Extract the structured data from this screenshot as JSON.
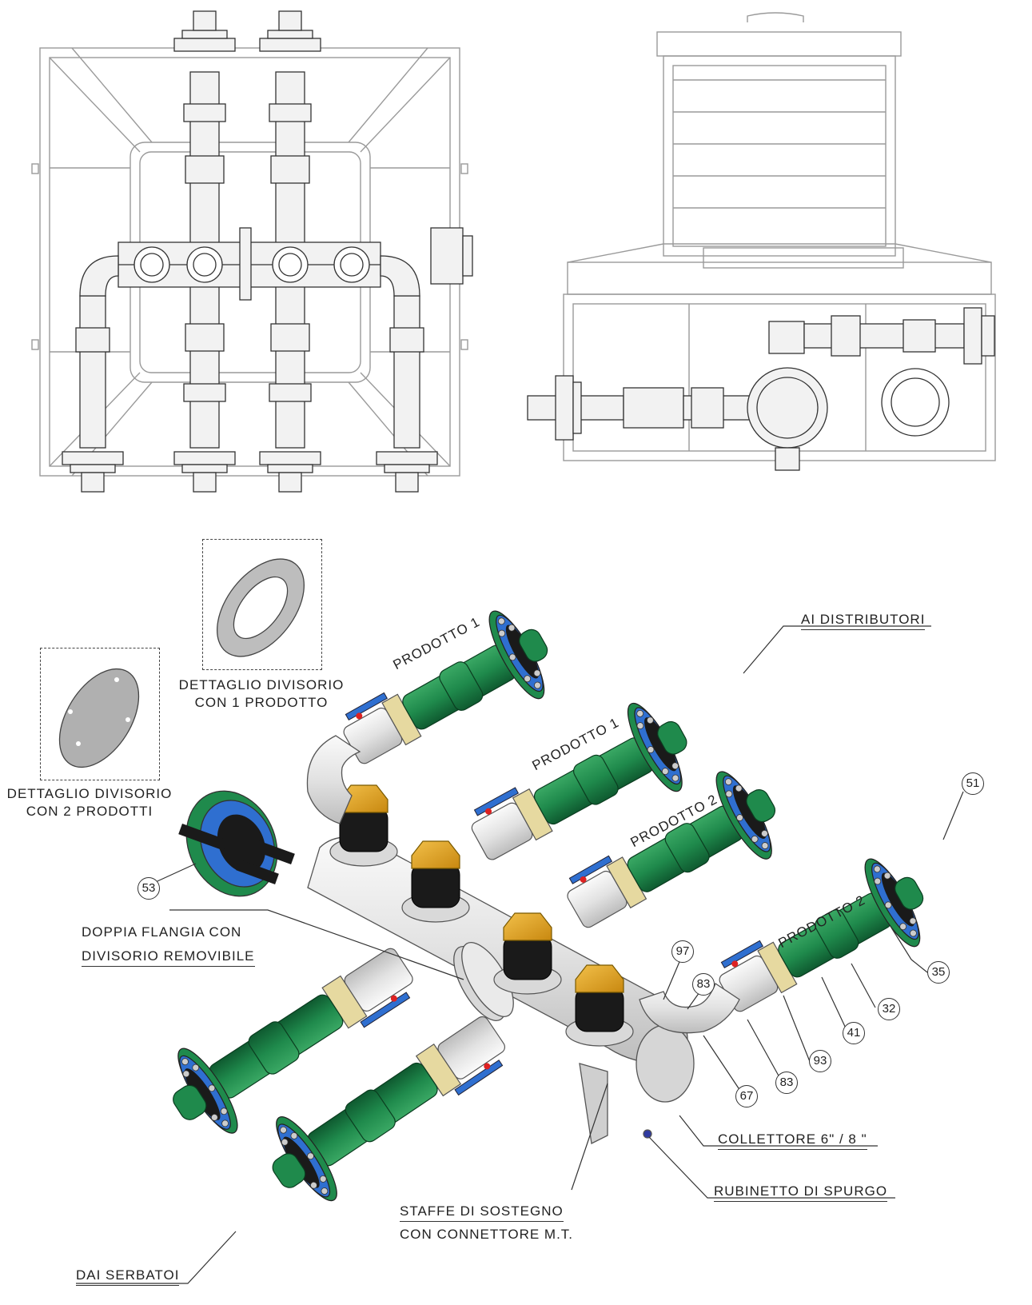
{
  "labels": {
    "ai_distributori": "AI DISTRIBUTORI",
    "doppia_flangia_1": "DOPPIA FLANGIA CON",
    "doppia_flangia_2": "DIVISORIO REMOVIBILE",
    "collettore": "COLLETTORE 6\" / 8 \"",
    "rubinetto": "RUBINETTO DI SPURGO",
    "staffe_1": "STAFFE DI SOSTEGNO",
    "staffe_2": "CON CONNETTORE M.T.",
    "dai_serbatoi": "DAI SERBATOI",
    "detail_1_line1": "DETTAGLIO DIVISORIO",
    "detail_1_line2": "CON 1 PRODOTTO",
    "detail_2_line1": "DETTAGLIO DIVISORIO",
    "detail_2_line2": "CON 2 PRODOTTI"
  },
  "product_labels": [
    "PRODOTTO 1",
    "PRODOTTO 1",
    "PRODOTTO 2",
    "PRODOTTO 2"
  ],
  "part_numbers": [
    "51",
    "53",
    "97",
    "83",
    "35",
    "32",
    "41",
    "93",
    "83",
    "67"
  ],
  "colors": {
    "pipe_green": "#1f8a4c",
    "flange_blue": "#2f6fd0",
    "rubber_black": "#1a1a1a",
    "cap_orange": "#e0a11a",
    "coupling_tan": "#e6d9a0",
    "valve_blue": "#2f6fd0",
    "steel": "#e4e4e4",
    "line_gray": "#a0a0a0"
  }
}
